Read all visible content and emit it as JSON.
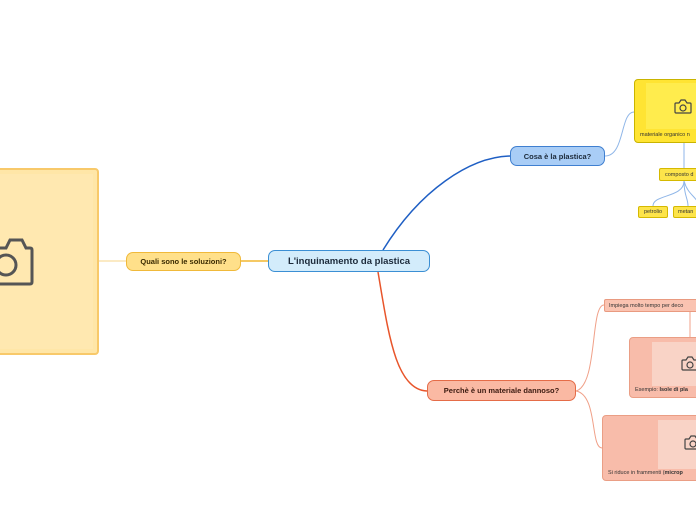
{
  "central": "L'inquinamento da plastica",
  "branches": {
    "cosa": {
      "label": "Cosa è la plastica?",
      "image_caption": "materiale organico n",
      "composto": "composto d",
      "items": [
        "petrolio",
        "metan"
      ]
    },
    "soluzioni": {
      "label": "Quali sono le soluzioni?"
    },
    "perche": {
      "label": "Perchè è un materiale dannoso?",
      "item1": "Impiega molto tempo per deco",
      "image1_caption_prefix": "Esempio: ",
      "image1_caption_bold": "Isole di pla",
      "image2_caption_prefix": "Si riduce in frammenti (",
      "image2_caption_bold": "microp"
    }
  },
  "colors": {
    "blue_line": "#1f5fc4",
    "yellow_line": "#f2b731",
    "red_line": "#e8552b",
    "central_fill": "#d3ecfb",
    "blue_topic": "#a9cdf6",
    "yellow_topic": "#ffe08a",
    "red_topic": "#fab9a3"
  },
  "icons": [
    "camera-icon"
  ]
}
